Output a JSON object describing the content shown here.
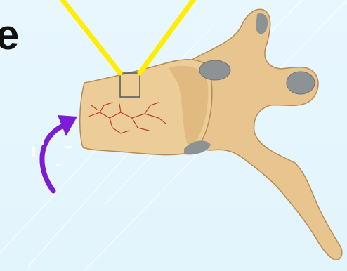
{
  "slide": {
    "partial_text": "e"
  },
  "colors": {
    "background": "#e6f6fd",
    "bone_fill": "#e8c48e",
    "bone_shadow": "#c99c61",
    "bone_outline": "#b88a52",
    "facet_gray": "#8d9295",
    "crack_red": "#c0392b",
    "needle_yellow": "#ffee00",
    "arrow_purple": "#7d1cd6",
    "text": "#111111"
  },
  "icons": {
    "vertebra": "vertebra-illustration",
    "needle": "needle-lines",
    "arrow": "curved-arrow-icon"
  }
}
